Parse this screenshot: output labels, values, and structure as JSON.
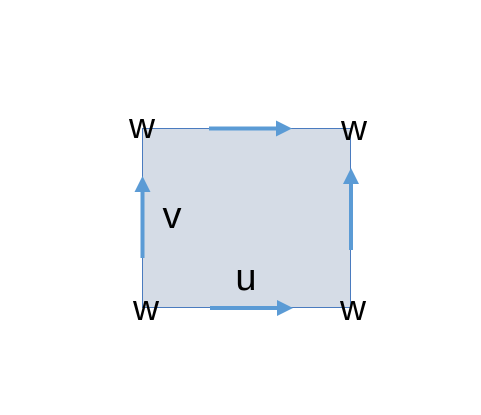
{
  "diagram": {
    "vertices": {
      "top_left": "w",
      "top_right": "w",
      "bottom_left": "w",
      "bottom_right": "w"
    },
    "edges": {
      "left": "v",
      "bottom": "u"
    },
    "colors": {
      "square_fill": "#d5dce6",
      "square_stroke": "#4a7bbf",
      "arrow": "#5b9bd5",
      "text": "#000000"
    }
  }
}
